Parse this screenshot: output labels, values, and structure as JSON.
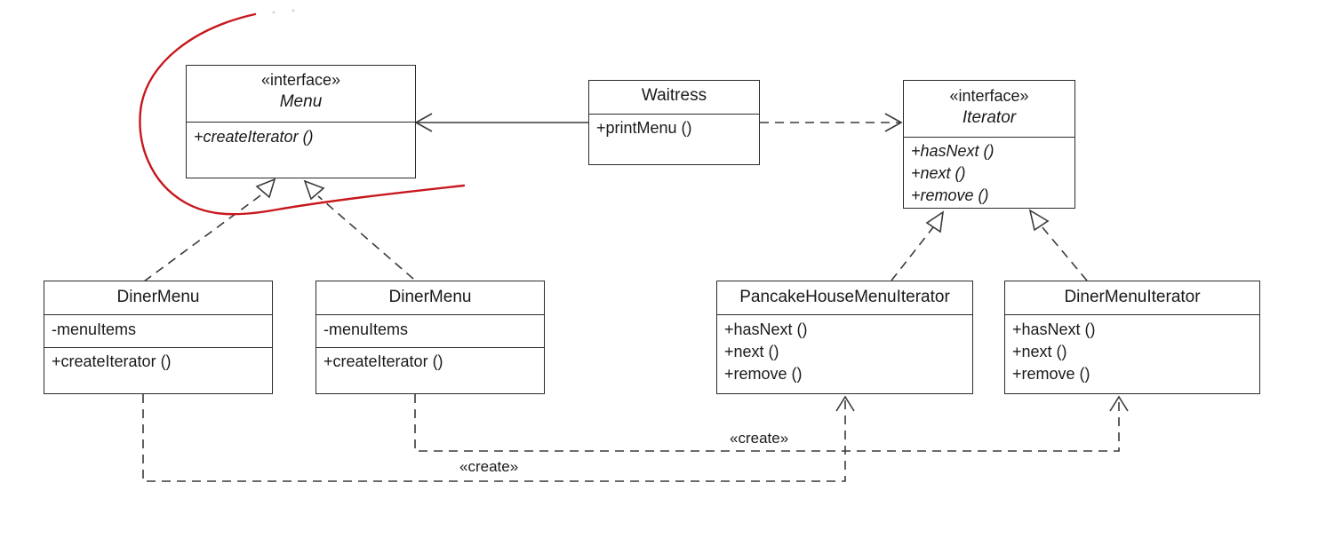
{
  "classes": {
    "menu": {
      "stereotype": "«interface»",
      "name": "Menu",
      "methods": [
        "+createIterator ()"
      ]
    },
    "waitress": {
      "name": "Waitress",
      "methods": [
        "+printMenu ()"
      ]
    },
    "iterator": {
      "stereotype": "«interface»",
      "name": "Iterator",
      "methods": [
        "+hasNext ()",
        "+next ()",
        "+remove ()"
      ]
    },
    "diner_menu_1": {
      "name": "DinerMenu",
      "attributes": [
        "-menuItems"
      ],
      "methods": [
        "+createIterator ()"
      ]
    },
    "diner_menu_2": {
      "name": "DinerMenu",
      "attributes": [
        "-menuItems"
      ],
      "methods": [
        "+createIterator ()"
      ]
    },
    "pancake_iterator": {
      "name": "PancakeHouseMenuIterator",
      "methods": [
        "+hasNext ()",
        "+next ()",
        "+remove ()"
      ]
    },
    "diner_iterator": {
      "name": "DinerMenuIterator",
      "methods": [
        "+hasNext ()",
        "+next ()",
        "+remove ()"
      ]
    }
  },
  "edge_labels": {
    "create_upper": "«create»",
    "create_lower": "«create»"
  },
  "colors": {
    "line": "#2b2b2b",
    "annotation": "#c8171e",
    "background": "#ffffff"
  }
}
